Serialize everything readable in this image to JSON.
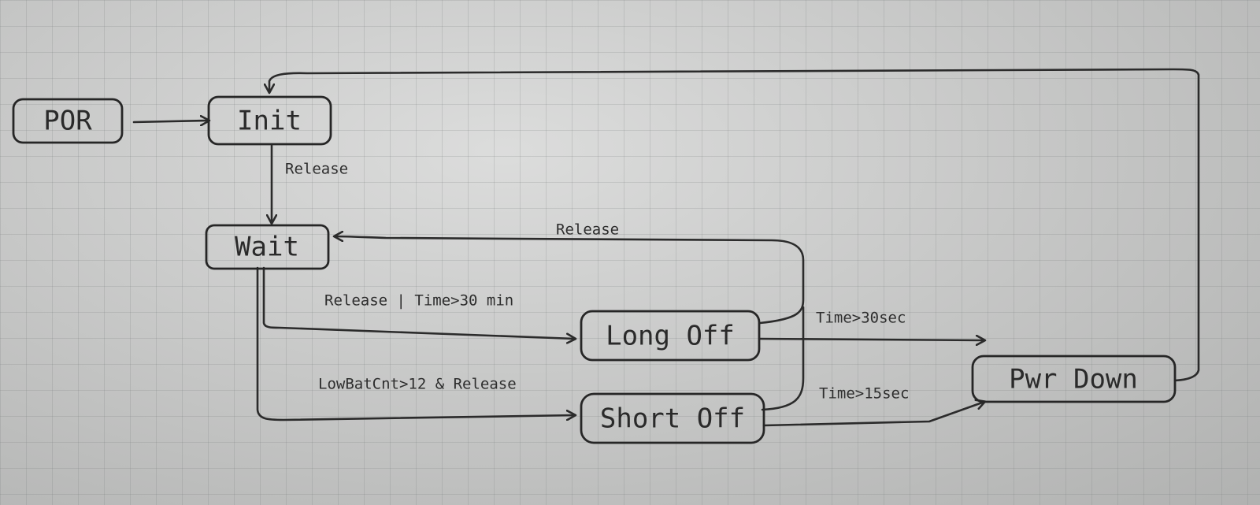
{
  "states": {
    "por": "POR",
    "init": "Init",
    "wait": "Wait",
    "long_off": "Long Off",
    "short_off": "Short Off",
    "pwr_down": "Pwr Down"
  },
  "transitions": {
    "init_to_wait": "Release",
    "long_to_wait": "Release",
    "wait_to_long": "Release | Time>30 min",
    "wait_to_short": "LowBatCnt>12 & Release",
    "long_to_pwr": "Time>30sec",
    "short_to_pwr": "Time>15sec"
  },
  "colors": {
    "ink": "#2b2b2b",
    "paper": "#c9cac9"
  }
}
